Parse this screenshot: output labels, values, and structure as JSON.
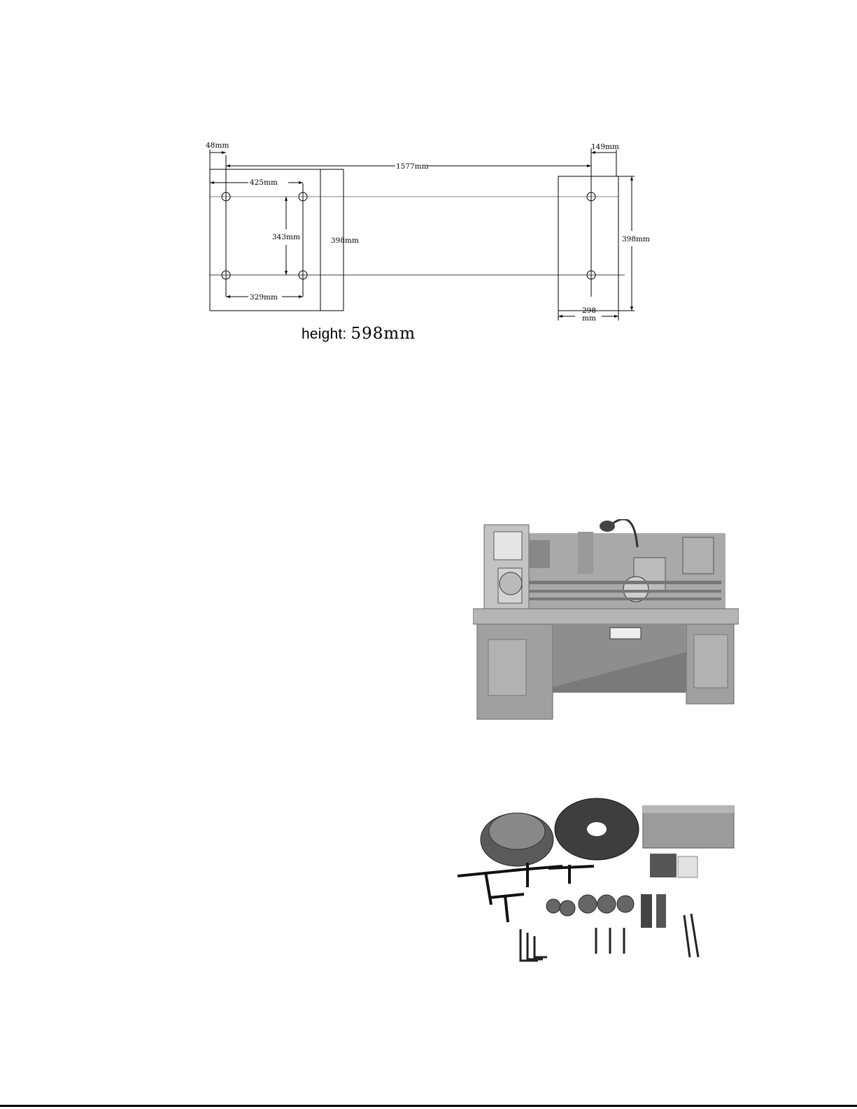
{
  "diagram": {
    "dims": {
      "left_offset": "48mm",
      "total_span": "1577mm",
      "right_offset": "149mm",
      "left_hole_top": "425mm",
      "left_hole_vertical": "343mm",
      "left_depth": "398mm",
      "left_hole_bottom": "329mm",
      "right_depth": "398mm",
      "right_width_line1": "298",
      "right_width_line2": "mm"
    },
    "height_label": "height:",
    "height_value": "598mm"
  },
  "photos": {
    "lathe": "Metal lathe on cabinet stand",
    "accessories": "Lathe accessories"
  }
}
